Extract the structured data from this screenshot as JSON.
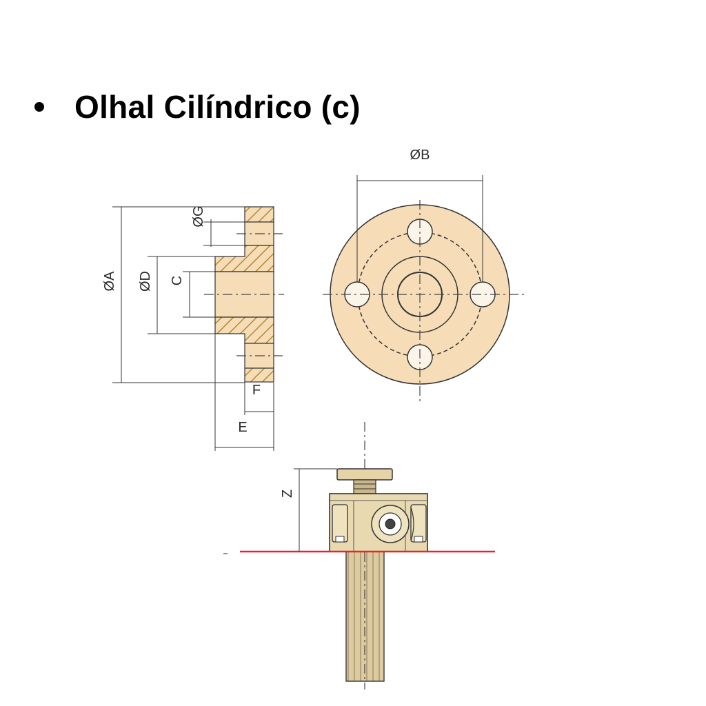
{
  "heading": {
    "text": "Olhal Cilíndrico (c)"
  },
  "colors": {
    "part_fill": "#f6ddb8",
    "hatch": "#b3892f",
    "steel": "#e0cfa6",
    "base_line": "#e8232a",
    "line": "#333333"
  },
  "labels": {
    "A": "ØA",
    "B": "ØB",
    "C": "C",
    "D": "ØD",
    "E": "E",
    "F": "F",
    "G": "ØG",
    "Z": "Z"
  }
}
